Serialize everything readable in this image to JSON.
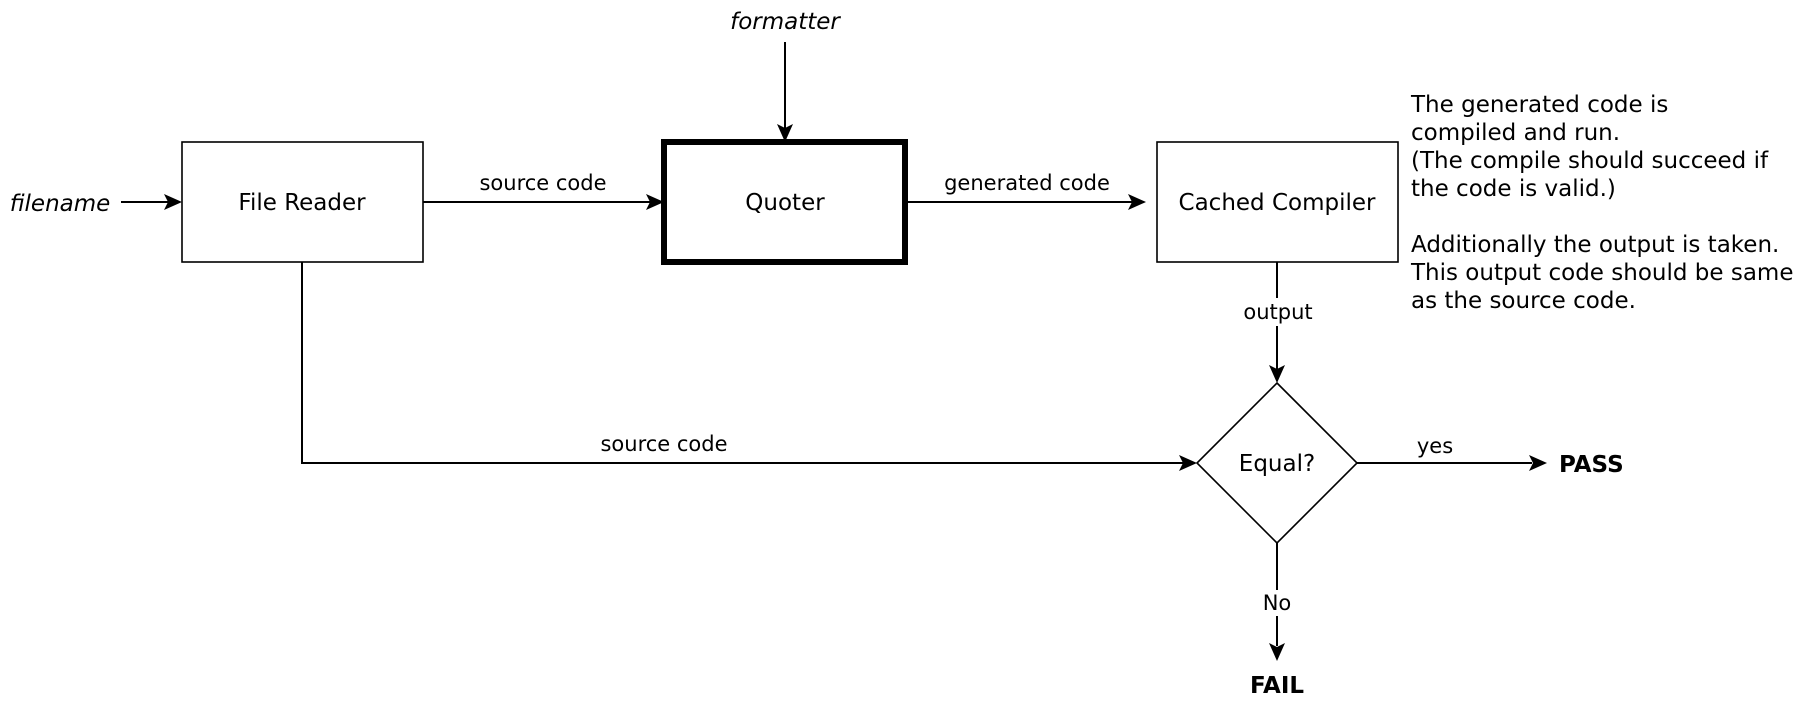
{
  "inputs": {
    "filename": "filename",
    "formatter": "formatter"
  },
  "nodes": {
    "file_reader": "File Reader",
    "quoter": "Quoter",
    "cached_compiler": "Cached Compiler",
    "equal_decision": "Equal?"
  },
  "edges": {
    "reader_to_quoter": "source code",
    "quoter_to_compiler": "generated code",
    "compiler_to_equal": "output",
    "reader_to_equal": "source code",
    "equal_yes": "yes",
    "equal_no": "No"
  },
  "outcomes": {
    "pass": "PASS",
    "fail": "FAIL"
  },
  "note": {
    "lines": [
      "The generated code is",
      "compiled and run.",
      "(The compile should succeed if",
      "the code is valid.)",
      "",
      "Additionally the output is taken.",
      "This output code should be same",
      "as the source code."
    ]
  }
}
